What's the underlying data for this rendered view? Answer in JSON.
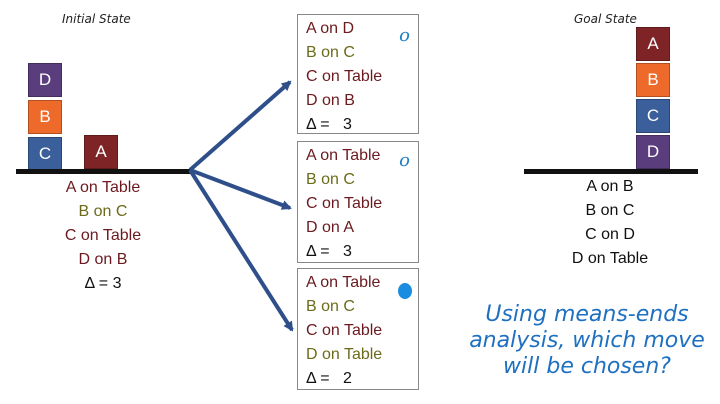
{
  "colors": {
    "block_d": "#5a3d7c",
    "block_b": "#ee6a2a",
    "block_c": "#3a5f9a",
    "block_a": "#7e2426",
    "dark_red": "#6b1a1f",
    "olive": "#6b6b1a",
    "arrow": "#2e4f8a",
    "mark_blue": "#1f7fc4"
  },
  "initial": {
    "title": "Initial State",
    "blocks": {
      "d": "D",
      "b": "B",
      "c": "C",
      "a": "A"
    },
    "facts": [
      "A on Table",
      "B on C",
      "C on Table",
      "D on B",
      "Δ = 3"
    ]
  },
  "goal": {
    "title": "Goal State",
    "blocks": {
      "a": "A",
      "b": "B",
      "c": "C",
      "d": "D"
    },
    "facts": [
      "A on B",
      "B on C",
      "C on D",
      "D on Table"
    ]
  },
  "options": [
    {
      "lines": [
        "A on D",
        "B on C",
        "C on Table",
        "D on B"
      ],
      "delta_label": "Δ =",
      "delta_value": "3",
      "mark": "o"
    },
    {
      "lines": [
        "A on Table",
        "B on C",
        "C on Table",
        "D on A"
      ],
      "delta_label": "Δ =",
      "delta_value": "3",
      "mark": "o"
    },
    {
      "lines": [
        "A on Table",
        "B on C",
        "C on Table",
        "D on Table"
      ],
      "delta_label": "Δ =",
      "delta_value": "2",
      "mark": "filled-dot"
    }
  ],
  "question": {
    "lines": [
      "Using means-ends",
      "analysis, which move",
      "will be chosen?"
    ]
  }
}
